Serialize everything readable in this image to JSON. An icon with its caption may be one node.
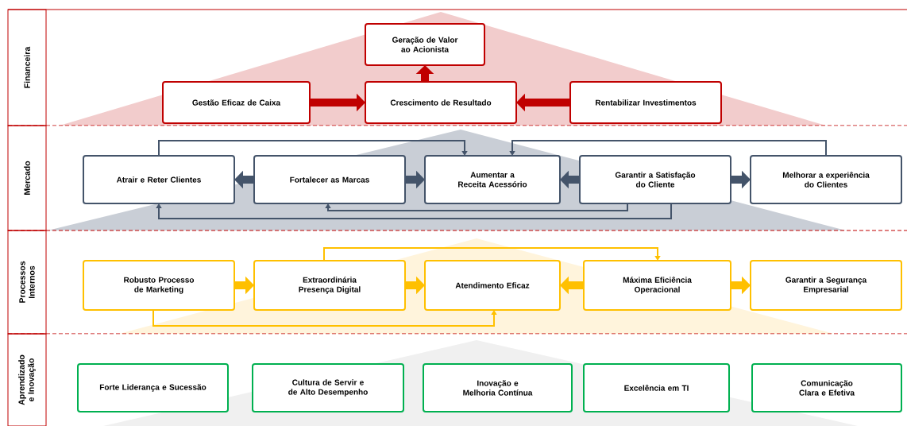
{
  "diagram": {
    "nodes": [
      {
        "text": [
          "Geração de Valor ao Acionista"
        ]
      },
      {
        "text": [
          "Gestão Eficaz de Caixa"
        ]
      },
      {
        "text": [
          "Crescimento de Resultado"
        ]
      },
      {
        "text": [
          "Rentabilizar Investimentos"
        ]
      },
      {
        "text": [
          "Atrair e Reter Clientes"
        ]
      },
      {
        "text": [
          "Fortalecer as Marcas"
        ]
      },
      {
        "text": [
          "Aumentar a Receita Acessório"
        ]
      },
      {
        "text": [
          "Garantir a Satisfação do Cliente"
        ]
      },
      {
        "text": [
          "Melhorar a experiência do Clientes"
        ]
      },
      {
        "text": [
          "Robusto Processo de Marketing"
        ]
      },
      {
        "text": [
          "Extraordinária Presença Digital"
        ]
      },
      {
        "text": [
          "Atendimento Eficaz"
        ]
      },
      {
        "text": [
          "Máxima Eficiência Operacional"
        ]
      },
      {
        "text": [
          "Garantir a Segurança Empresarial"
        ]
      },
      {
        "text": [
          "Forte Liderança e Sucessão"
        ]
      },
      {
        "text": [
          "Cultura de Servir e de Alto Desempenho"
        ]
      },
      {
        "text": [
          "Inovação e Melhoria Contínua"
        ]
      },
      {
        "text": [
          "Excelência em TI"
        ]
      },
      {
        "text": [
          "Comunicação Clara e Efetiva"
        ]
      }
    ],
    "edges": [
      {
        "from": 1,
        "to": 2,
        "arrow": "to",
        "color": "#c00000"
      },
      {
        "from": 3,
        "to": 2,
        "arrow": "to",
        "color": "#c00000"
      },
      {
        "from": 2,
        "to": 0,
        "arrow": "to",
        "color": "#c00000"
      },
      {
        "from": 4,
        "to": 6,
        "arrow": "to",
        "color": "#44546a"
      },
      {
        "from": 8,
        "to": 6,
        "arrow": "to",
        "color": "#44546a"
      },
      {
        "from": 5,
        "to": 4,
        "arrow": "to",
        "color": "#44546a"
      },
      {
        "from": 5,
        "to": 6,
        "arrow": "to",
        "color": "#44546a"
      },
      {
        "from": 7,
        "to": 6,
        "arrow": "to",
        "color": "#44546a"
      },
      {
        "from": 7,
        "to": 8,
        "arrow": "to",
        "color": "#44546a"
      },
      {
        "from": 7,
        "to": 5,
        "arrow": "to",
        "color": "#44546a"
      },
      {
        "from": 7,
        "to": 4,
        "arrow": "to",
        "color": "#44546a"
      },
      {
        "from": 9,
        "to": 10,
        "arrow": "to",
        "color": "#ffc000"
      },
      {
        "from": 10,
        "to": 11,
        "arrow": "to",
        "color": "#ffc000"
      },
      {
        "from": 12,
        "to": 11,
        "arrow": "to",
        "color": "#ffc000"
      },
      {
        "from": 12,
        "to": 13,
        "arrow": "to",
        "color": "#ffc000"
      },
      {
        "from": 10,
        "to": 12,
        "arrow": "to",
        "color": "#ffc000"
      },
      {
        "from": 9,
        "to": 11,
        "arrow": "to",
        "color": "#ffc000"
      }
    ],
    "labels": [
      "Financeira",
      "Mercado",
      "Processos Internos",
      "Aprendizado e Inovação"
    ]
  }
}
